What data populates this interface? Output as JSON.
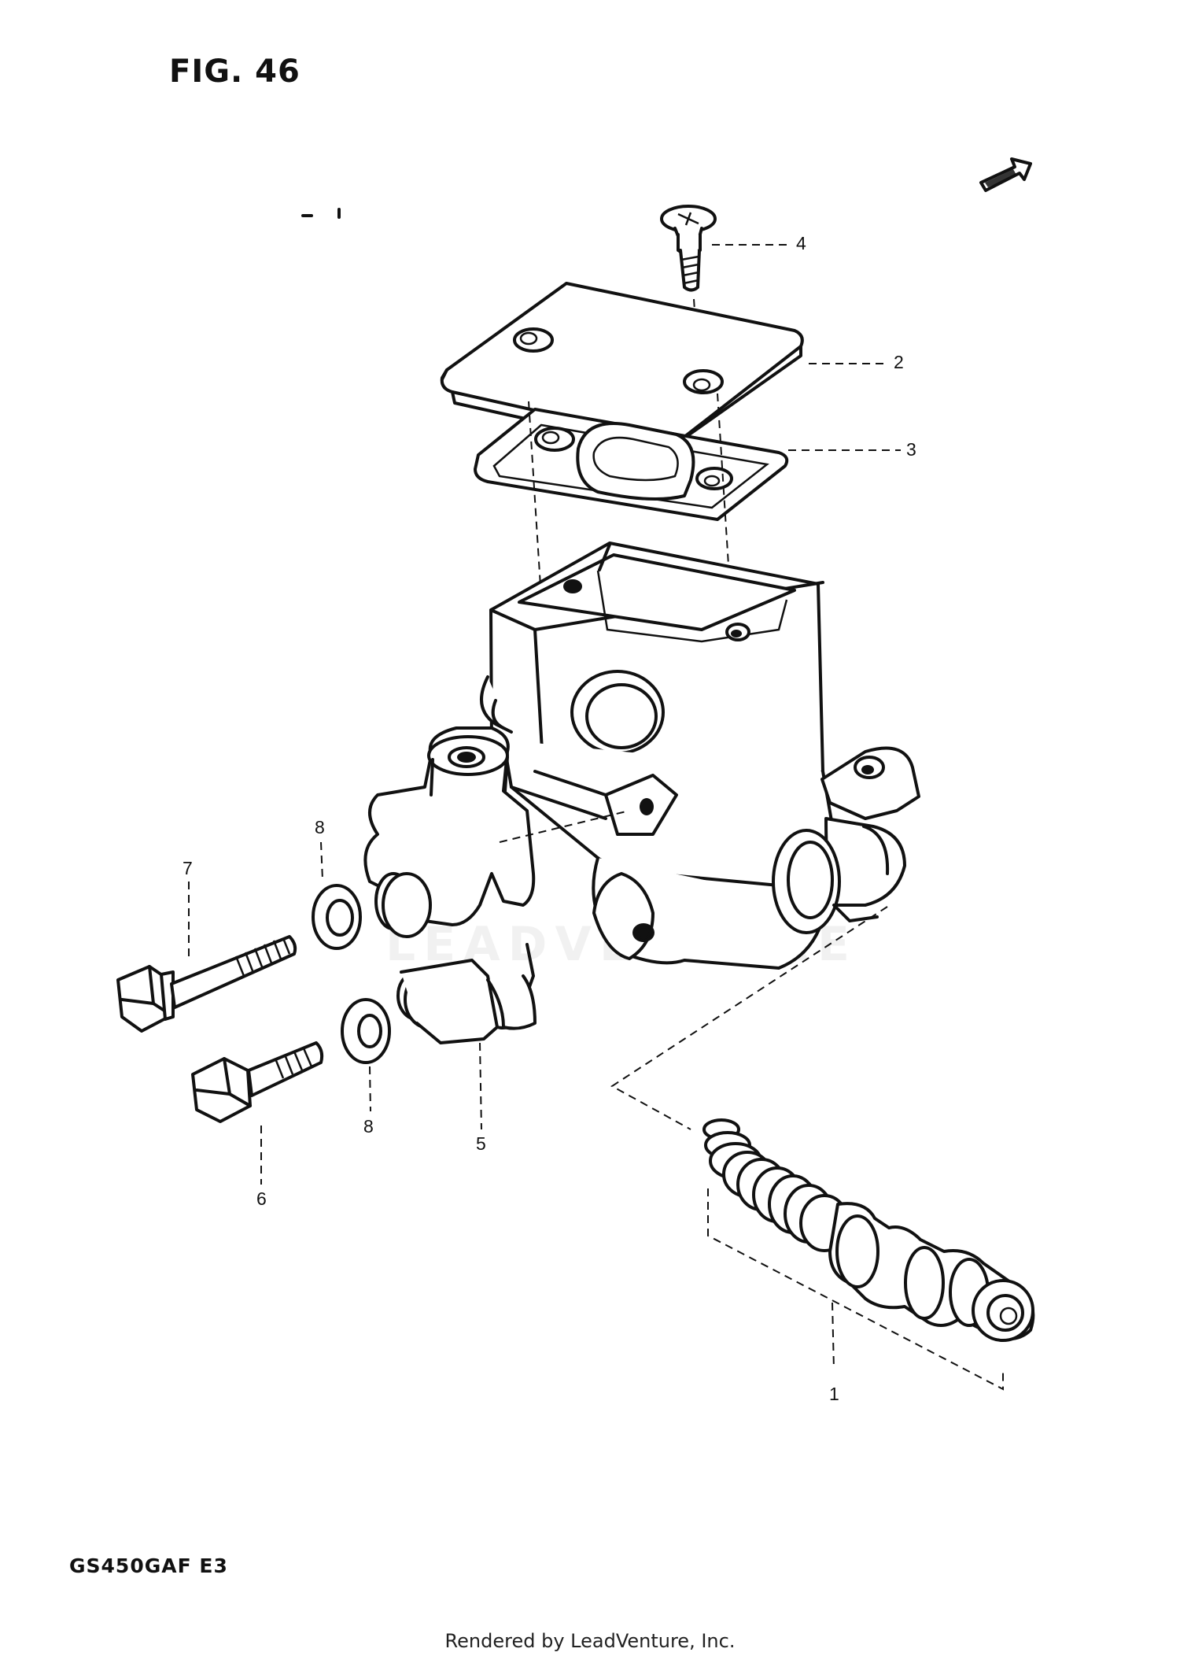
{
  "figure": {
    "title": "FIG. 46",
    "model_code": "GS450GAF  E3",
    "credit": "Rendered by LeadVenture, Inc.",
    "watermark": "LEADVENTURE"
  },
  "callouts": [
    {
      "id": "1",
      "label": "1"
    },
    {
      "id": "2",
      "label": "2"
    },
    {
      "id": "3",
      "label": "3"
    },
    {
      "id": "4",
      "label": "4"
    },
    {
      "id": "5",
      "label": "5"
    },
    {
      "id": "6",
      "label": "6"
    },
    {
      "id": "7",
      "label": "7"
    },
    {
      "id": "8a",
      "label": "8"
    },
    {
      "id": "8b",
      "label": "8"
    }
  ],
  "icons": {
    "front_arrow": "front-direction-arrow-icon"
  }
}
